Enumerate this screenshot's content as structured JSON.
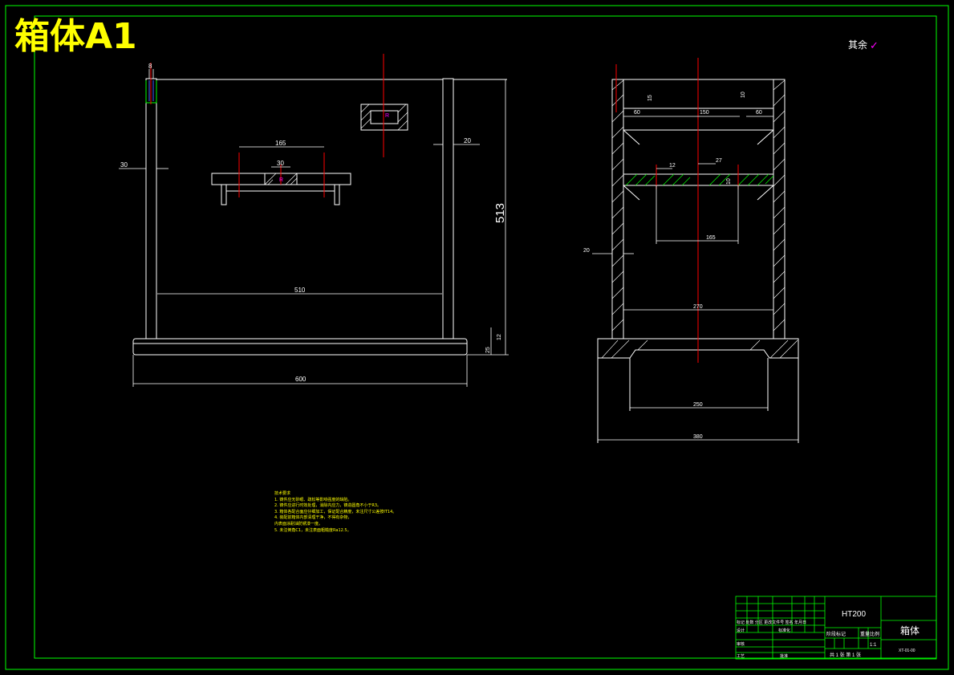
{
  "sheet": {
    "title": "箱体A1",
    "roughness_note": "其余",
    "roughness_symbol": "✓"
  },
  "front_view": {
    "dims": {
      "top_small": "8",
      "left_wall": "30",
      "shelf_width": "165",
      "slot_width": "30",
      "right_wall": "20",
      "height_total": "513",
      "inner_width": "510",
      "base_small": "12",
      "base_thick": "25",
      "overall_width": "600"
    }
  },
  "side_view": {
    "dims": {
      "left_top": "60",
      "mid_top": "150",
      "right_top": "60",
      "left_small": "15",
      "right_small": "10",
      "slot_a": "12",
      "slot_b": "27",
      "slot_c": "10",
      "inner_span": "165",
      "wall": "20",
      "inner_width": "270",
      "base_inner": "250",
      "base_overall": "380"
    }
  },
  "tech_notes": {
    "heading": "技术要求",
    "lines": [
      "1. 铸件应无砂眼、疏松等影响强度的缺陷。",
      "2. 铸件应进行时效处理，消除内应力，铸造圆角不小于R3。",
      "3. 箱体各配合面应仔细加工，保证配合精度，未注尺寸公差按IT14。",
      "4. 装配前箱体内部清理干净，不得有杂物，",
      "   内表面涂耐油防锈漆一度。",
      "5. 未注倒角C1，未注表面粗糙度Ra12.5。"
    ]
  },
  "title_block": {
    "material": "HT200",
    "part_name": "箱体",
    "code": "XT-01-00",
    "designer_label": "设计",
    "standard_label": "标准化",
    "review_label": "审核",
    "process_label": "工艺",
    "approve_label": "批准",
    "stage_label": "阶段标记",
    "weight_label": "重量",
    "scale_label": "比例",
    "scale_value": "1:1",
    "sheets": "共 1 张  第 1 张",
    "header_row": [
      "标记",
      "处数",
      "分区",
      "更改文件号",
      "签名",
      "年月日"
    ]
  },
  "colors": {
    "frame": "#00ff00",
    "lines": "#ffffff",
    "center": "#ff0000",
    "text_yellow": "#ffff00",
    "hatch": "#00ff00",
    "magenta": "#ff00ff"
  }
}
